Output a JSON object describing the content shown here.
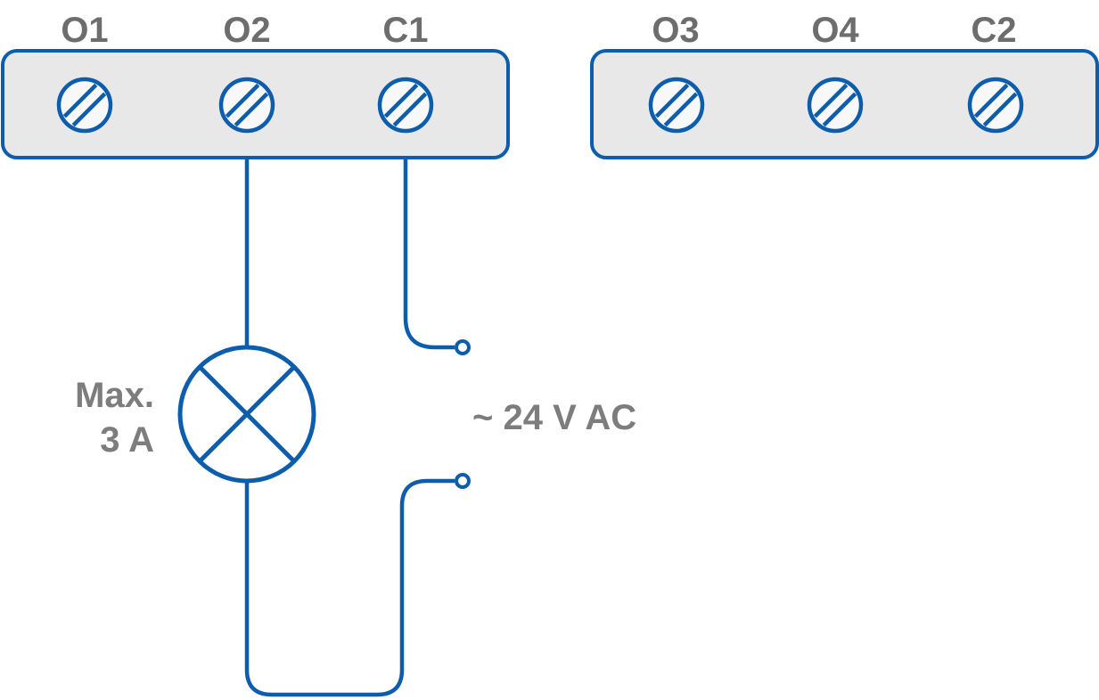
{
  "diagram": {
    "type": "wiring-diagram",
    "blocks": [
      {
        "id": "left",
        "terminals": [
          "O1",
          "O2",
          "C1"
        ]
      },
      {
        "id": "right",
        "terminals": [
          "O3",
          "O4",
          "C2"
        ]
      }
    ],
    "load": {
      "symbol": "lamp-icon",
      "label_line1": "Max.",
      "label_line2": "3 A"
    },
    "supply": {
      "label": "~ 24 V AC"
    },
    "colors": {
      "wire_blue": "#0d5dad",
      "block_fill": "#e8e8e8",
      "screw_fill": "#f8f8f8",
      "terminal_label_gray": "#6d6d6d",
      "annotation_gray": "#7d7d7d",
      "background": "#ffffff"
    }
  }
}
